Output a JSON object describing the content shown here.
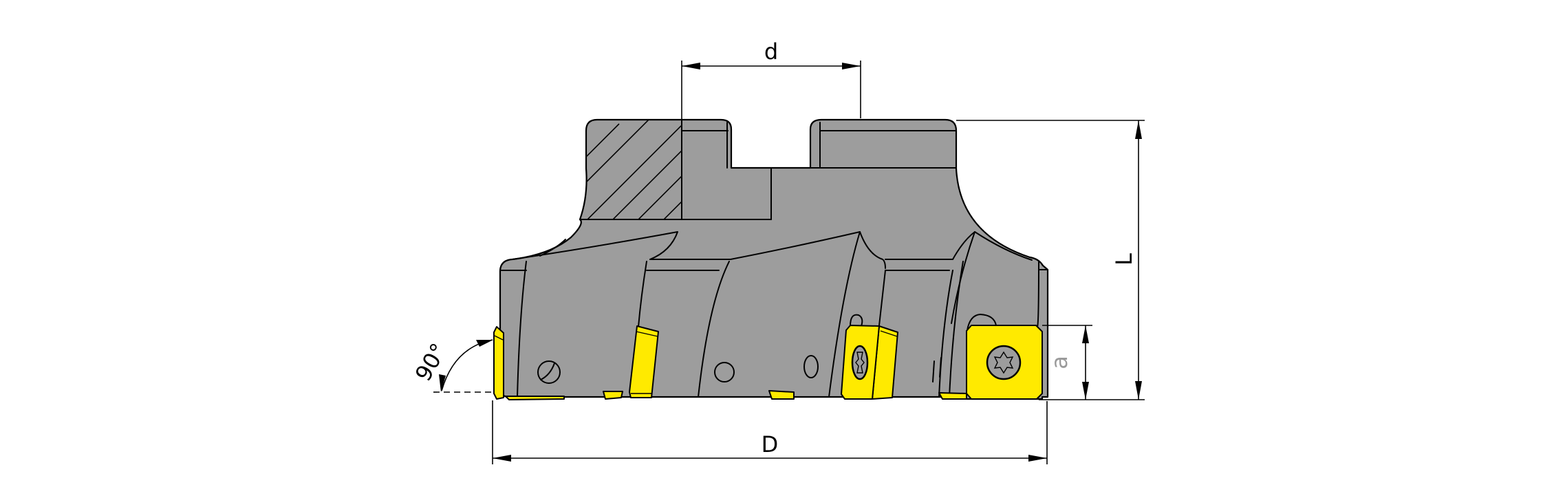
{
  "figure": {
    "type": "technical-drawing",
    "subject": "indexable shoulder face mill cutter (side view, partial section)",
    "colors": {
      "body": "#9d9d9d",
      "insert": "#ffea00",
      "line": "#000000",
      "secondary_label": "#9a9a9a",
      "background": "#ffffff"
    }
  },
  "dimensions": {
    "bore": {
      "label": "d"
    },
    "diameter": {
      "label": "D"
    },
    "length": {
      "label": "L"
    },
    "depth_of_cut": {
      "label": "a"
    },
    "angle": {
      "label": "90°"
    }
  }
}
